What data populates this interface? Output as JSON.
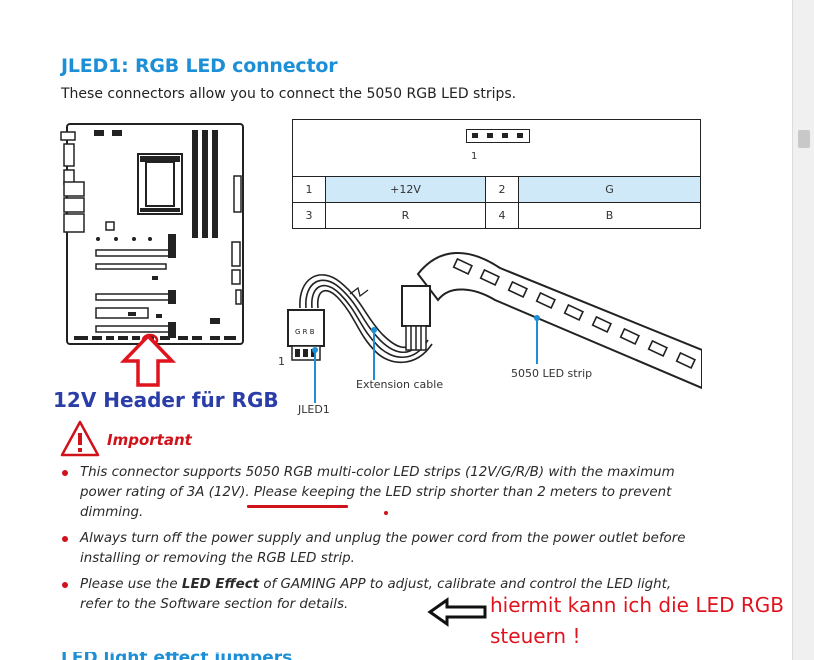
{
  "section": {
    "title": "JLED1: RGB LED connector",
    "intro": "These connectors allow you to connect the 5050 RGB LED strips."
  },
  "pin_table": {
    "header_pin_number": "1",
    "rows": [
      {
        "pin_a": "1",
        "signal_a": "+12V",
        "pin_b": "2",
        "signal_b": "G"
      },
      {
        "pin_a": "3",
        "signal_a": "R",
        "pin_b": "4",
        "signal_b": "B"
      }
    ],
    "highlight_color": "#cfe9f8"
  },
  "diagram": {
    "extension_cable_label": "Extension cable",
    "strip_label": "5050 LED strip",
    "connector_label": "JLED1",
    "pin_one_label": "1",
    "plug_pin_letters": "G R B"
  },
  "important": {
    "label": "Important",
    "bullets": [
      "This connector supports 5050 RGB multi-color LED strips (12V/G/R/B) with the maximum power rating of 3A (12V). Please keeping the LED strip shorter than 2 meters to prevent dimming.",
      "Always turn off the power supply and unplug the power cord from the power outlet before installing or removing the RGB LED strip."
    ],
    "bullet3_pre": "Please use the ",
    "bullet3_bold": "LED Effect",
    "bullet3_post": " of GAMING APP to adjust, calibrate and control the LED light, refer to the Software section for details."
  },
  "annotations": {
    "header_note": "12V Header für RGB",
    "control_note": "hiermit kann ich die LED RGB steuern !"
  },
  "next_section": {
    "title": "LED light effect jumpers"
  },
  "colors": {
    "accent_blue": "#1c8fd6",
    "annotation_red": "#e0141e",
    "annotation_blue": "#2b3ea8",
    "important_red": "#d0121b"
  }
}
